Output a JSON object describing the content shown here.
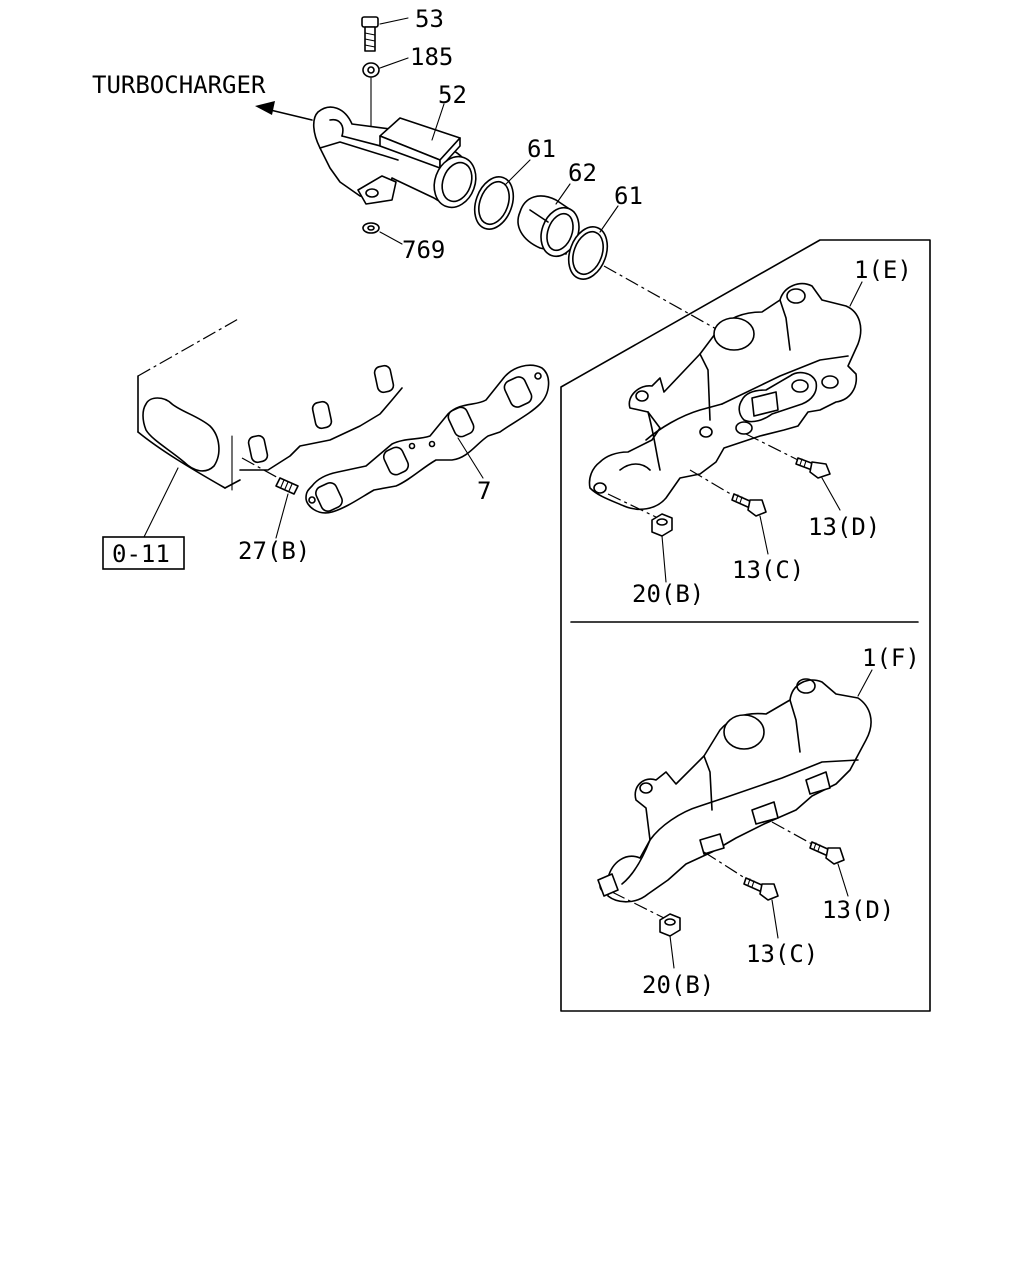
{
  "diagram": {
    "turbo_label": "TURBOCHARGER",
    "ref_box": "0-11",
    "callouts": {
      "c53": "53",
      "c185": "185",
      "c52": "52",
      "c769": "769",
      "c61a": "61",
      "c62": "62",
      "c61b": "61",
      "c7": "7",
      "c27b": "27(B)",
      "c1e": "1(E)",
      "c13d_top": "13(D)",
      "c13c_top": "13(C)",
      "c20b_top": "20(B)",
      "c1f": "1(F)",
      "c13d_bot": "13(D)",
      "c13c_bot": "13(C)",
      "c20b_bot": "20(B)"
    }
  }
}
